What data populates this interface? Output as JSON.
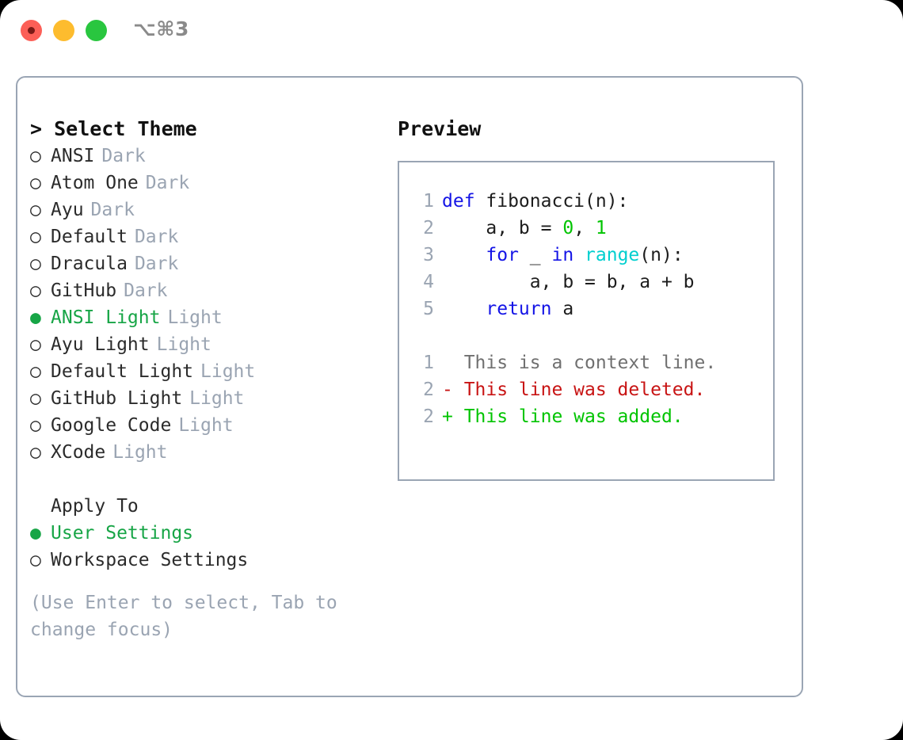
{
  "titlebar": {
    "shortcut": "⌥⌘3",
    "buttons": [
      {
        "name": "close",
        "color": "#fc5f57"
      },
      {
        "name": "minimize",
        "color": "#fdbc2e"
      },
      {
        "name": "maximize",
        "color": "#29c63f"
      }
    ]
  },
  "theme_picker": {
    "heading": "> Select Theme",
    "bullet_on": "●",
    "bullet_off": "○",
    "items": [
      {
        "label": "ANSI",
        "tag": "Dark",
        "selected": false
      },
      {
        "label": "Atom One",
        "tag": "Dark",
        "selected": false
      },
      {
        "label": "Ayu",
        "tag": "Dark",
        "selected": false
      },
      {
        "label": "Default",
        "tag": "Dark",
        "selected": false
      },
      {
        "label": "Dracula",
        "tag": "Dark",
        "selected": false
      },
      {
        "label": "GitHub",
        "tag": "Dark",
        "selected": false
      },
      {
        "label": "ANSI Light",
        "tag": "Light",
        "selected": true
      },
      {
        "label": "Ayu Light",
        "tag": "Light",
        "selected": false
      },
      {
        "label": "Default Light",
        "tag": "Light",
        "selected": false
      },
      {
        "label": "GitHub Light",
        "tag": "Light",
        "selected": false
      },
      {
        "label": "Google Code",
        "tag": "Light",
        "selected": false
      },
      {
        "label": "XCode",
        "tag": "Light",
        "selected": false
      }
    ]
  },
  "apply_to": {
    "heading": "Apply To",
    "options": [
      {
        "label": "User Settings",
        "selected": true
      },
      {
        "label": "Workspace Settings",
        "selected": false
      }
    ]
  },
  "hint": "(Use Enter to select, Tab to change focus)",
  "preview": {
    "title": "Preview",
    "code": [
      {
        "no": "1",
        "segments": [
          {
            "t": "def ",
            "c": "kw"
          },
          {
            "t": "fibonacci(n):",
            "c": "txt"
          }
        ]
      },
      {
        "no": "2",
        "segments": [
          {
            "t": "    a, b = ",
            "c": "txt"
          },
          {
            "t": "0",
            "c": "num"
          },
          {
            "t": ", ",
            "c": "txt"
          },
          {
            "t": "1",
            "c": "num"
          }
        ]
      },
      {
        "no": "3",
        "segments": [
          {
            "t": "    ",
            "c": "txt"
          },
          {
            "t": "for",
            "c": "kw"
          },
          {
            "t": " _ ",
            "c": "txt"
          },
          {
            "t": "in",
            "c": "kw"
          },
          {
            "t": " ",
            "c": "txt"
          },
          {
            "t": "range",
            "c": "fn"
          },
          {
            "t": "(n):",
            "c": "txt"
          }
        ]
      },
      {
        "no": "4",
        "segments": [
          {
            "t": "        a, b = b, a + b",
            "c": "txt"
          }
        ]
      },
      {
        "no": "5",
        "segments": [
          {
            "t": "    ",
            "c": "txt"
          },
          {
            "t": "return",
            "c": "kw"
          },
          {
            "t": " a",
            "c": "txt"
          }
        ]
      }
    ],
    "diff": [
      {
        "no": "1",
        "segments": [
          {
            "t": "  This is a context line.",
            "c": "ctx"
          }
        ]
      },
      {
        "no": "2",
        "segments": [
          {
            "t": "- This line was deleted.",
            "c": "del"
          }
        ]
      },
      {
        "no": "2",
        "segments": [
          {
            "t": "+ This line was added.",
            "c": "add"
          }
        ]
      }
    ]
  },
  "colors": {
    "accent_green": "#17a546",
    "muted": "#9aa4b2",
    "border": "#9aa5b4",
    "keyword": "#1414e6",
    "function": "#00cfcf",
    "number": "#00c400",
    "deleted": "#c81414",
    "added": "#00c400",
    "context": "#707070"
  }
}
